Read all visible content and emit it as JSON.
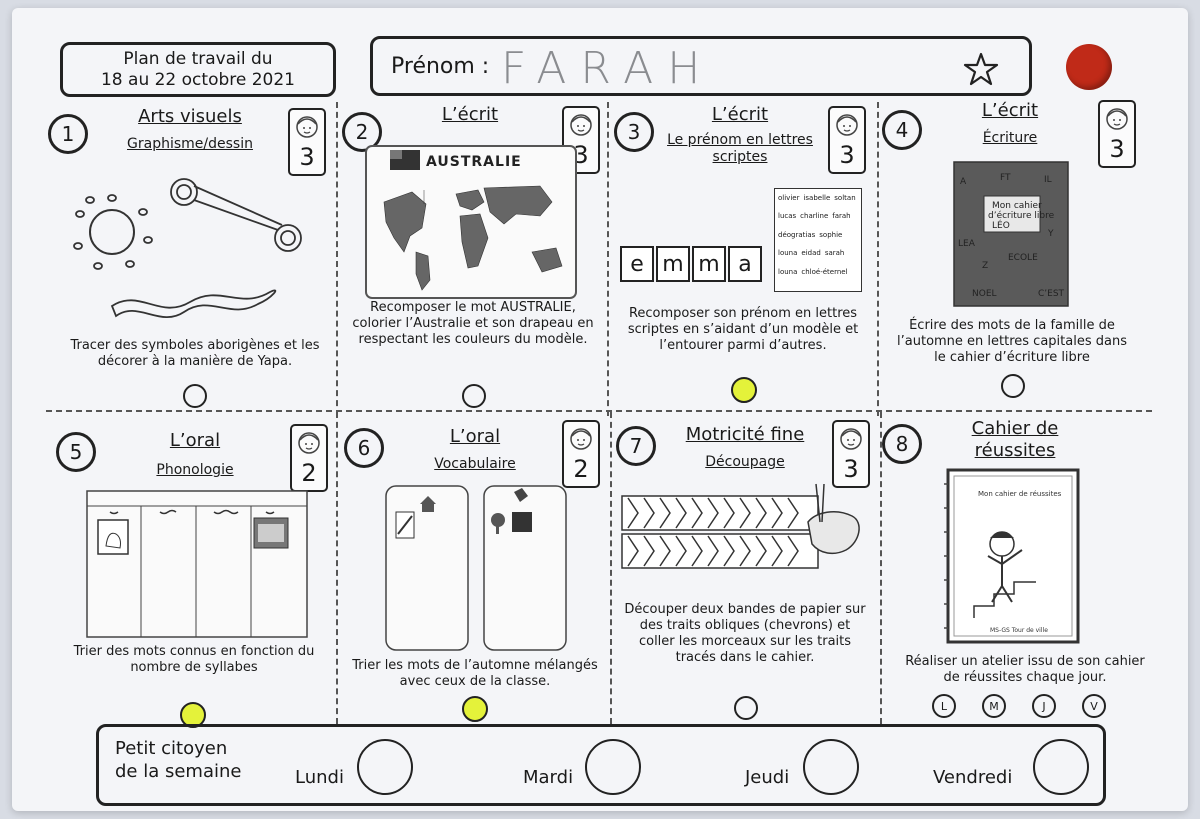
{
  "header": {
    "plan_line1": "Plan de travail du",
    "plan_line2": "18 au 22 octobre 2021",
    "name_label": "Prénom :",
    "name_value": "FARAH"
  },
  "cells": [
    {
      "num": "1",
      "subject": "Arts visuels",
      "sub": "Graphisme/dessin",
      "level": "3",
      "desc": "Tracer des symboles aborigènes et les décorer à la manière de Yapa.",
      "done": false
    },
    {
      "num": "2",
      "subject": "L’écrit",
      "sub": "",
      "level": "3",
      "desc": "Recomposer le mot AUSTRALIE, colorier l’Australie et son drapeau en respectant les couleurs du modèle.",
      "done": false
    },
    {
      "num": "3",
      "subject": "L’écrit",
      "sub": "Le prénom en lettres scriptes",
      "level": "3",
      "desc": "Recomposer son prénom en lettres scriptes en s’aidant d’un modèle et l’entourer parmi d’autres.",
      "done": true
    },
    {
      "num": "4",
      "subject": "L’écrit",
      "sub": "Écriture",
      "level": "3",
      "desc": "Écrire des mots de la famille de l’automne en lettres capitales dans le cahier d’écriture libre",
      "done": false
    },
    {
      "num": "5",
      "subject": "L’oral",
      "sub": "Phonologie",
      "level": "2",
      "desc": "Trier des mots connus en fonction du nombre de syllabes",
      "done": true
    },
    {
      "num": "6",
      "subject": "L’oral",
      "sub": "Vocabulaire",
      "level": "2",
      "desc": "Trier les mots de l’automne mélangés avec ceux de la classe.",
      "done": true
    },
    {
      "num": "7",
      "subject": "Motricité fine",
      "sub": "Découpage",
      "level": "3",
      "desc": "Découper deux bandes de papier sur des traits obliques (chevrons) et coller les morceaux sur les traits tracés dans le cahier.",
      "done": false
    },
    {
      "num": "8",
      "subject": "Cahier de réussites",
      "sub": "",
      "level": "",
      "desc": "Réaliser un atelier issu de son cahier de réussites chaque jour.",
      "done": false
    }
  ],
  "illus": {
    "australie_word": "AUSTRALIE",
    "emma_letters": [
      "e",
      "m",
      "m",
      "a"
    ],
    "name_list": [
      "olivier",
      "isabelle",
      "soltan",
      "lucas",
      "charline",
      "farah",
      "déogratias",
      "sophie",
      "louna",
      "eidad",
      "sarah",
      "louna",
      "chloé-éternel"
    ],
    "cahier_words": [
      "A",
      "FT",
      "IL",
      "Mon cahier",
      "d’écriture libre",
      "LÉO",
      "LEA",
      "Y",
      "Z",
      "ECOLE",
      "NOEL",
      "C’EST"
    ],
    "reussite_title": "Mon cahier de réussites",
    "reussite_footer": "MS-GS Tour de ville"
  },
  "weekdays_short": [
    "L",
    "M",
    "J",
    "V"
  ],
  "footer": {
    "label_line1": "Petit citoyen",
    "label_line2": "de la semaine",
    "days": [
      "Lundi",
      "Mardi",
      "Jeudi",
      "Vendredi"
    ]
  },
  "colors": {
    "done": "#e4f23a",
    "red_dot": "#c02a18"
  }
}
